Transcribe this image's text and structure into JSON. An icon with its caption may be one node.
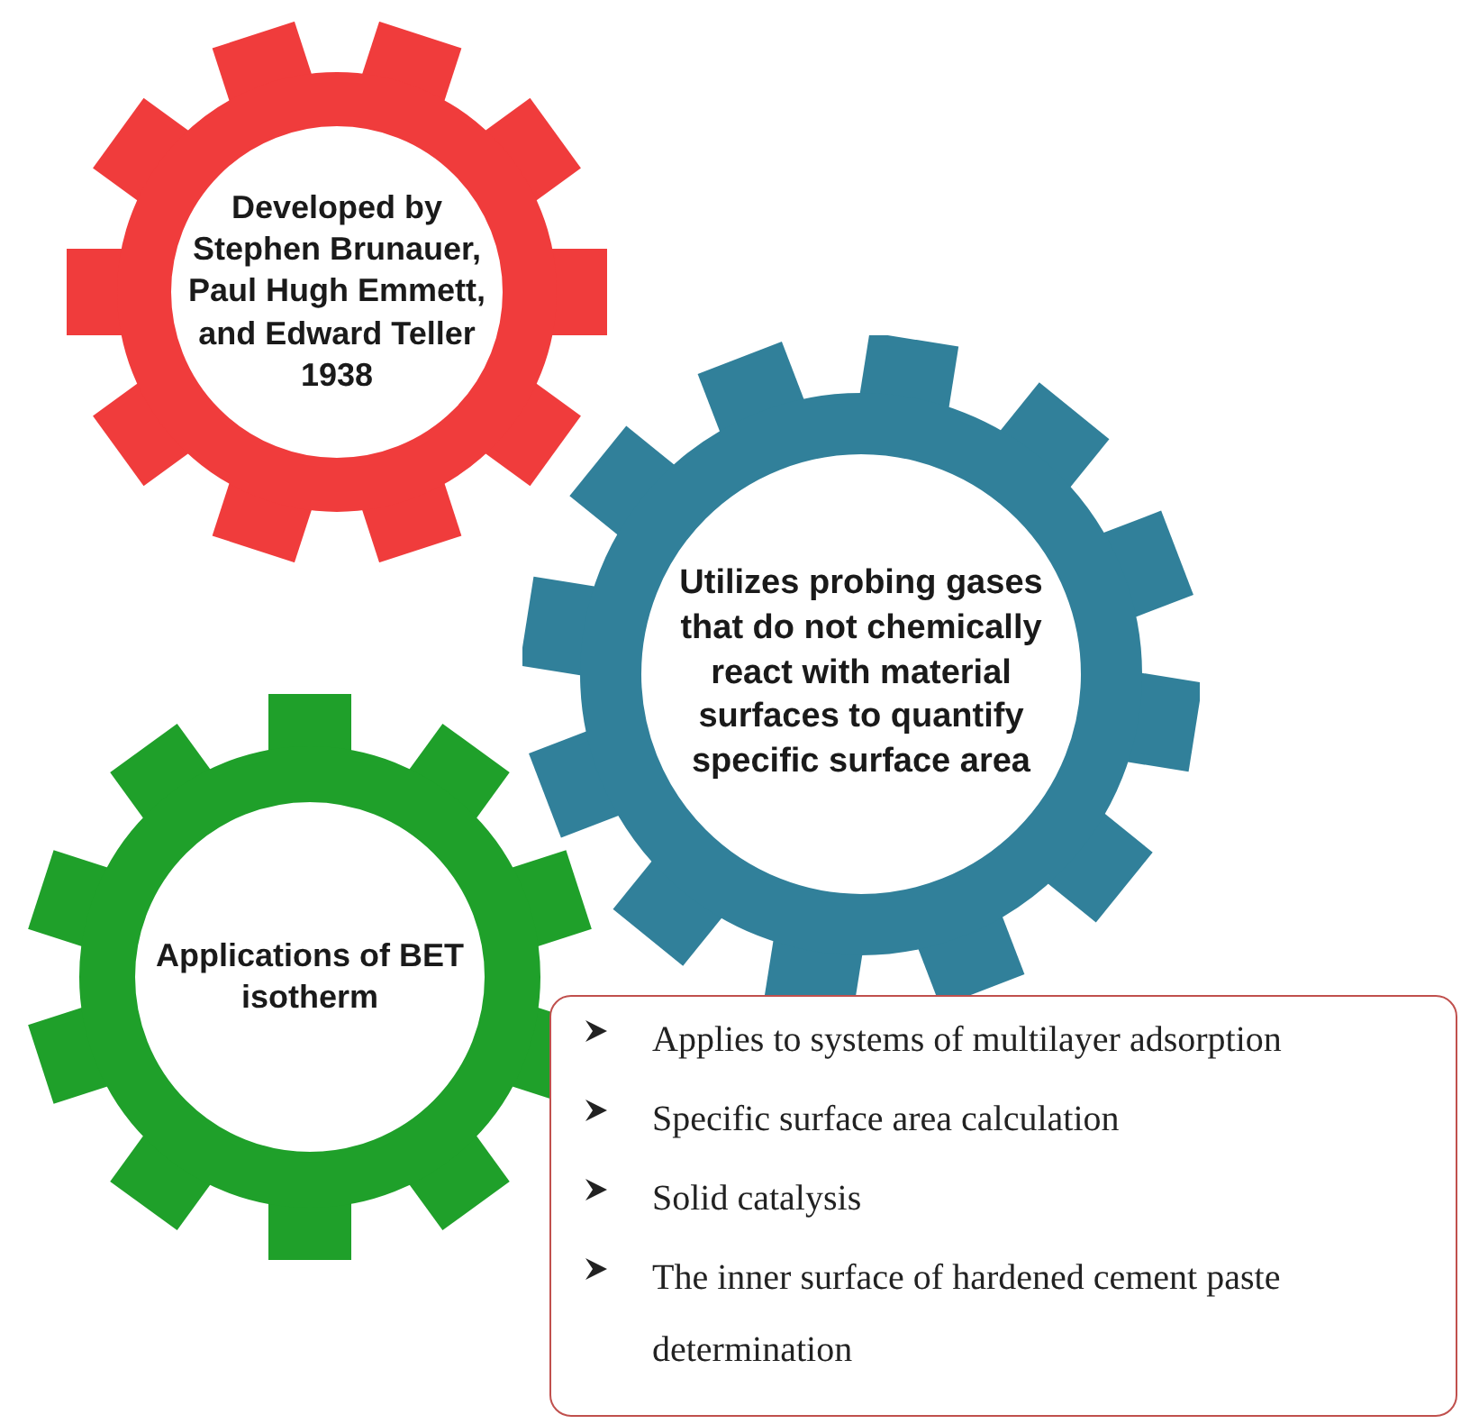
{
  "diagram": {
    "nodes": [
      {
        "text": [
          "Developed by Stephen Brunauer, Paul Hugh Emmett, and Edward Teller",
          "1938"
        ]
      },
      {
        "text": [
          "Utilizes probing gases that do not chemically react with material surfaces to quantify specific surface area"
        ]
      },
      {
        "text": [
          "Applications of BET isotherm"
        ]
      },
      {
        "text": [
          "Applies to systems of multilayer adsorption",
          "Specific surface area calculation",
          "Solid catalysis",
          "The inner surface of hardened cement paste determination"
        ]
      }
    ]
  }
}
